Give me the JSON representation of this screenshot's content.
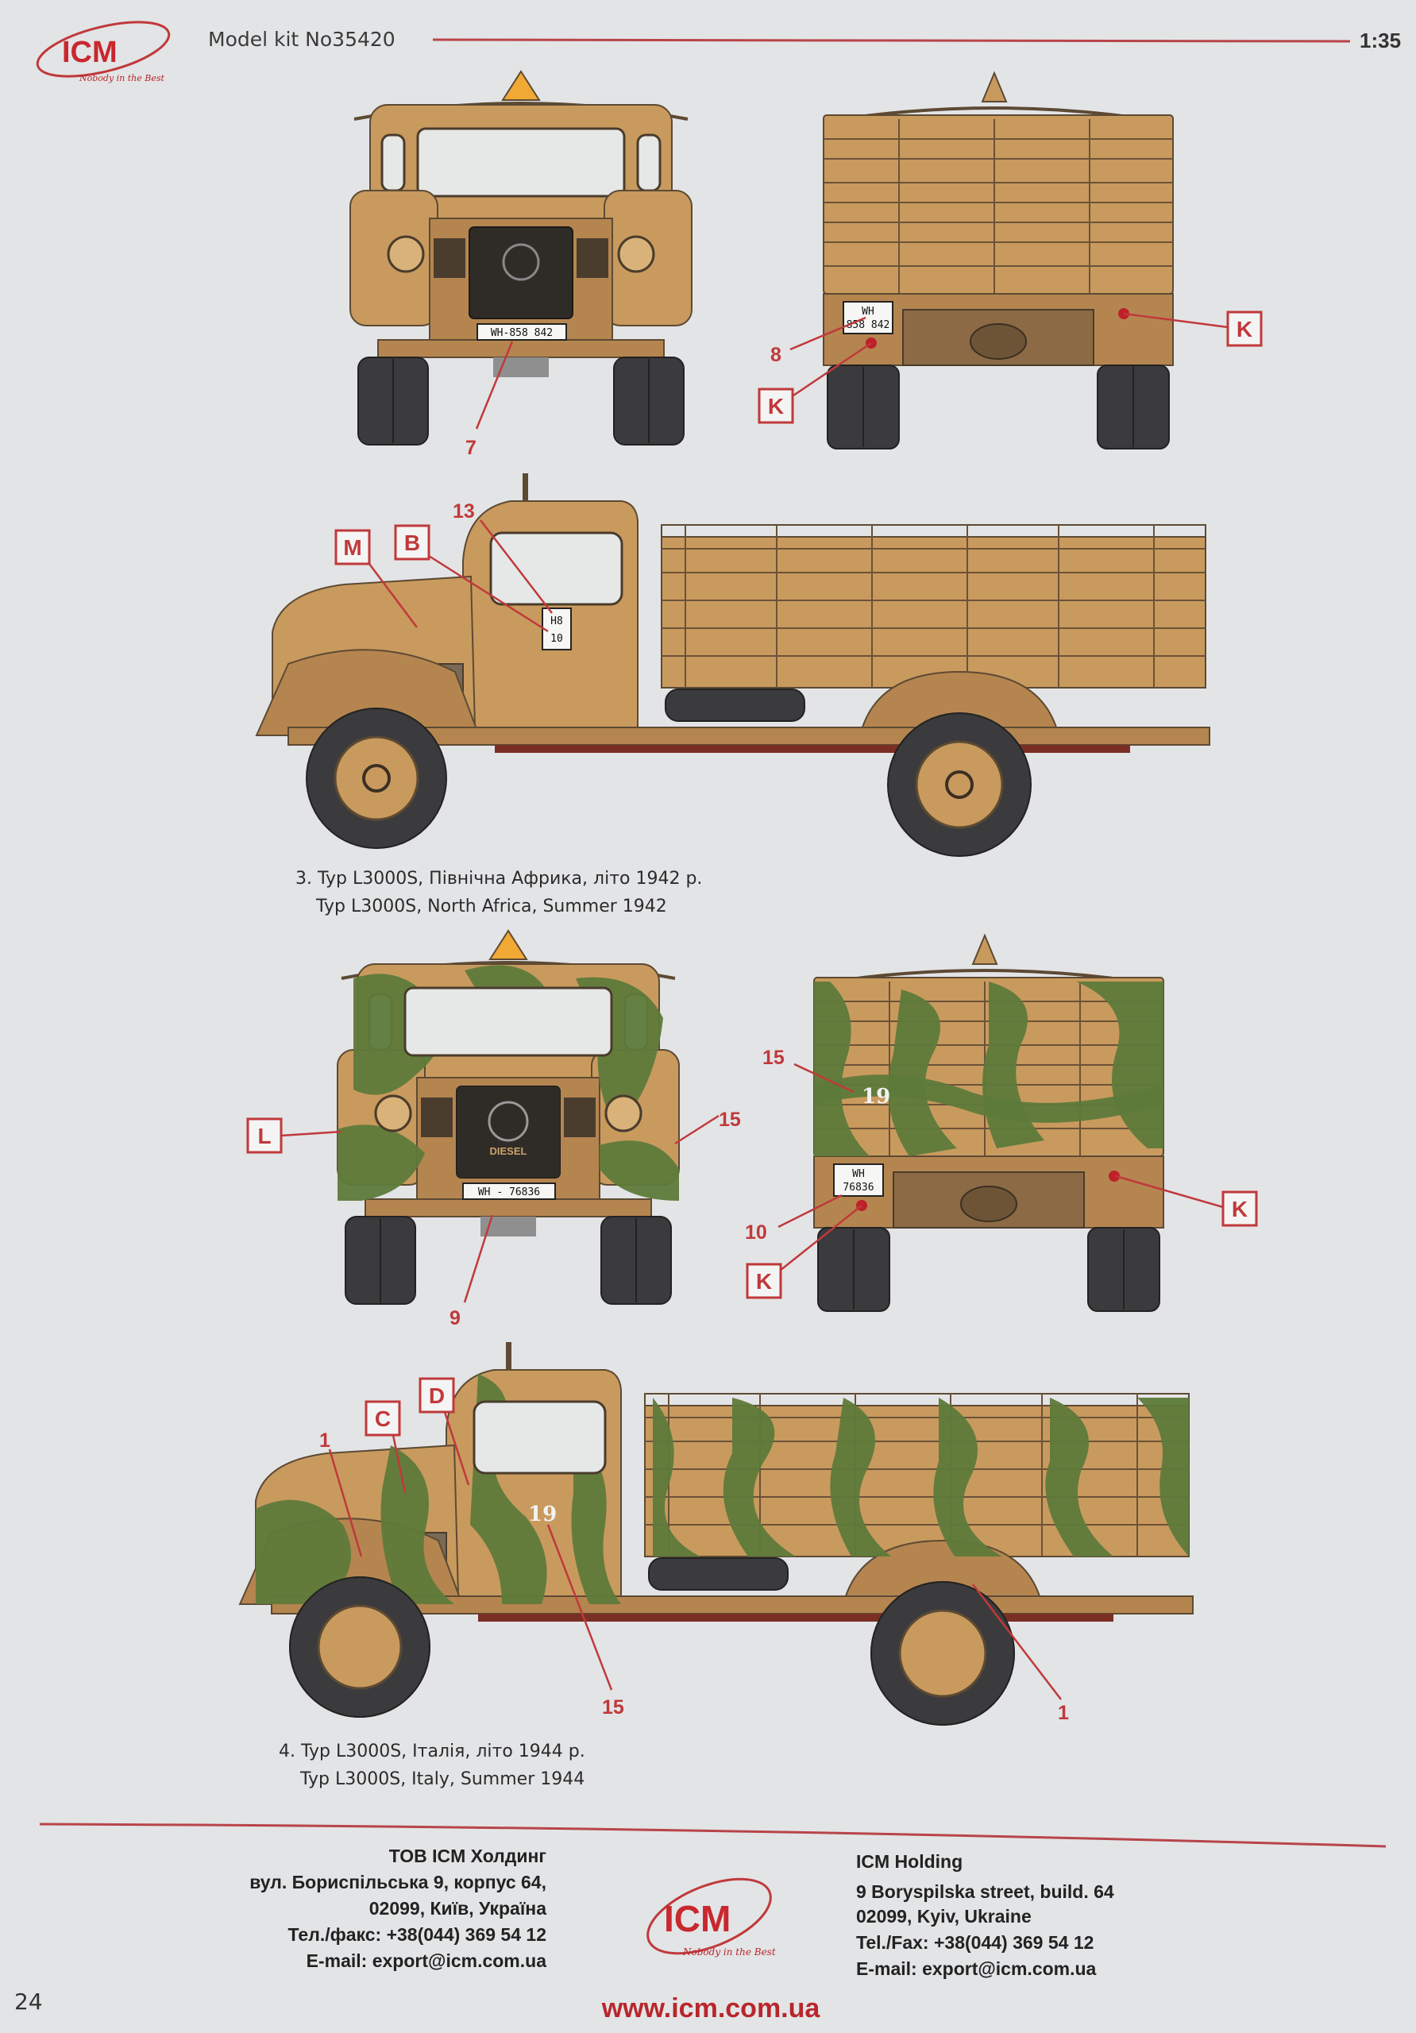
{
  "header": {
    "brand": "ICM",
    "tagline": "Nobody in the Best",
    "title": "Model kit No35420",
    "scale": "1:35"
  },
  "colors": {
    "accent": "#c0393b",
    "tan": "#c99a5e",
    "camo_green": "#5e7a3a",
    "background": "#e3e4e6"
  },
  "variant3": {
    "caption_uk": "3. Typ L3000S, Північна Африка, літо 1942 р.",
    "caption_en": "Typ L3000S, North Africa, Summer 1942",
    "front_plate": "WH-858 842",
    "rear_plate_top": "WH",
    "rear_plate_bottom": "858 842",
    "side_plate_top": "H8",
    "side_plate_bottom": "10",
    "callouts": {
      "front_7": "7",
      "rear_8": "8",
      "rear_k_left": "K",
      "rear_k_right": "K",
      "side_m": "M",
      "side_b": "B",
      "side_13": "13"
    }
  },
  "variant4": {
    "caption_uk": "4. Typ L3000S, Італія, літо 1944 р.",
    "caption_en": "Typ L3000S, Italy, Summer 1944",
    "front_plate": "WH - 76836",
    "rear_plate_top": "WH",
    "rear_plate_bottom": "76836",
    "grille_badge": "DIESEL",
    "tactical_number": "19",
    "callouts": {
      "front_l": "L",
      "front_15": "15",
      "front_9": "9",
      "rear_15": "15",
      "rear_10": "10",
      "rear_k_left": "K",
      "rear_k_right": "K",
      "side_1_front": "1",
      "side_c": "C",
      "side_d": "D",
      "side_15": "15",
      "side_1_rear": "1"
    }
  },
  "footer": {
    "uk": [
      "ТОВ ICM Холдинг",
      "вул. Бориспільська 9, корпус 64,",
      "02099, Київ, Україна",
      "Тел./факс: +38(044) 369 54 12",
      "E-mail: export@icm.com.ua"
    ],
    "en": [
      "ICM Holding",
      "9 Boryspilska street, build. 64",
      "02099, Kyiv, Ukraine",
      "Tel./Fax: +38(044) 369 54 12",
      "E-mail: export@icm.com.ua"
    ],
    "website": "www.icm.com.ua",
    "page_number": "24"
  }
}
